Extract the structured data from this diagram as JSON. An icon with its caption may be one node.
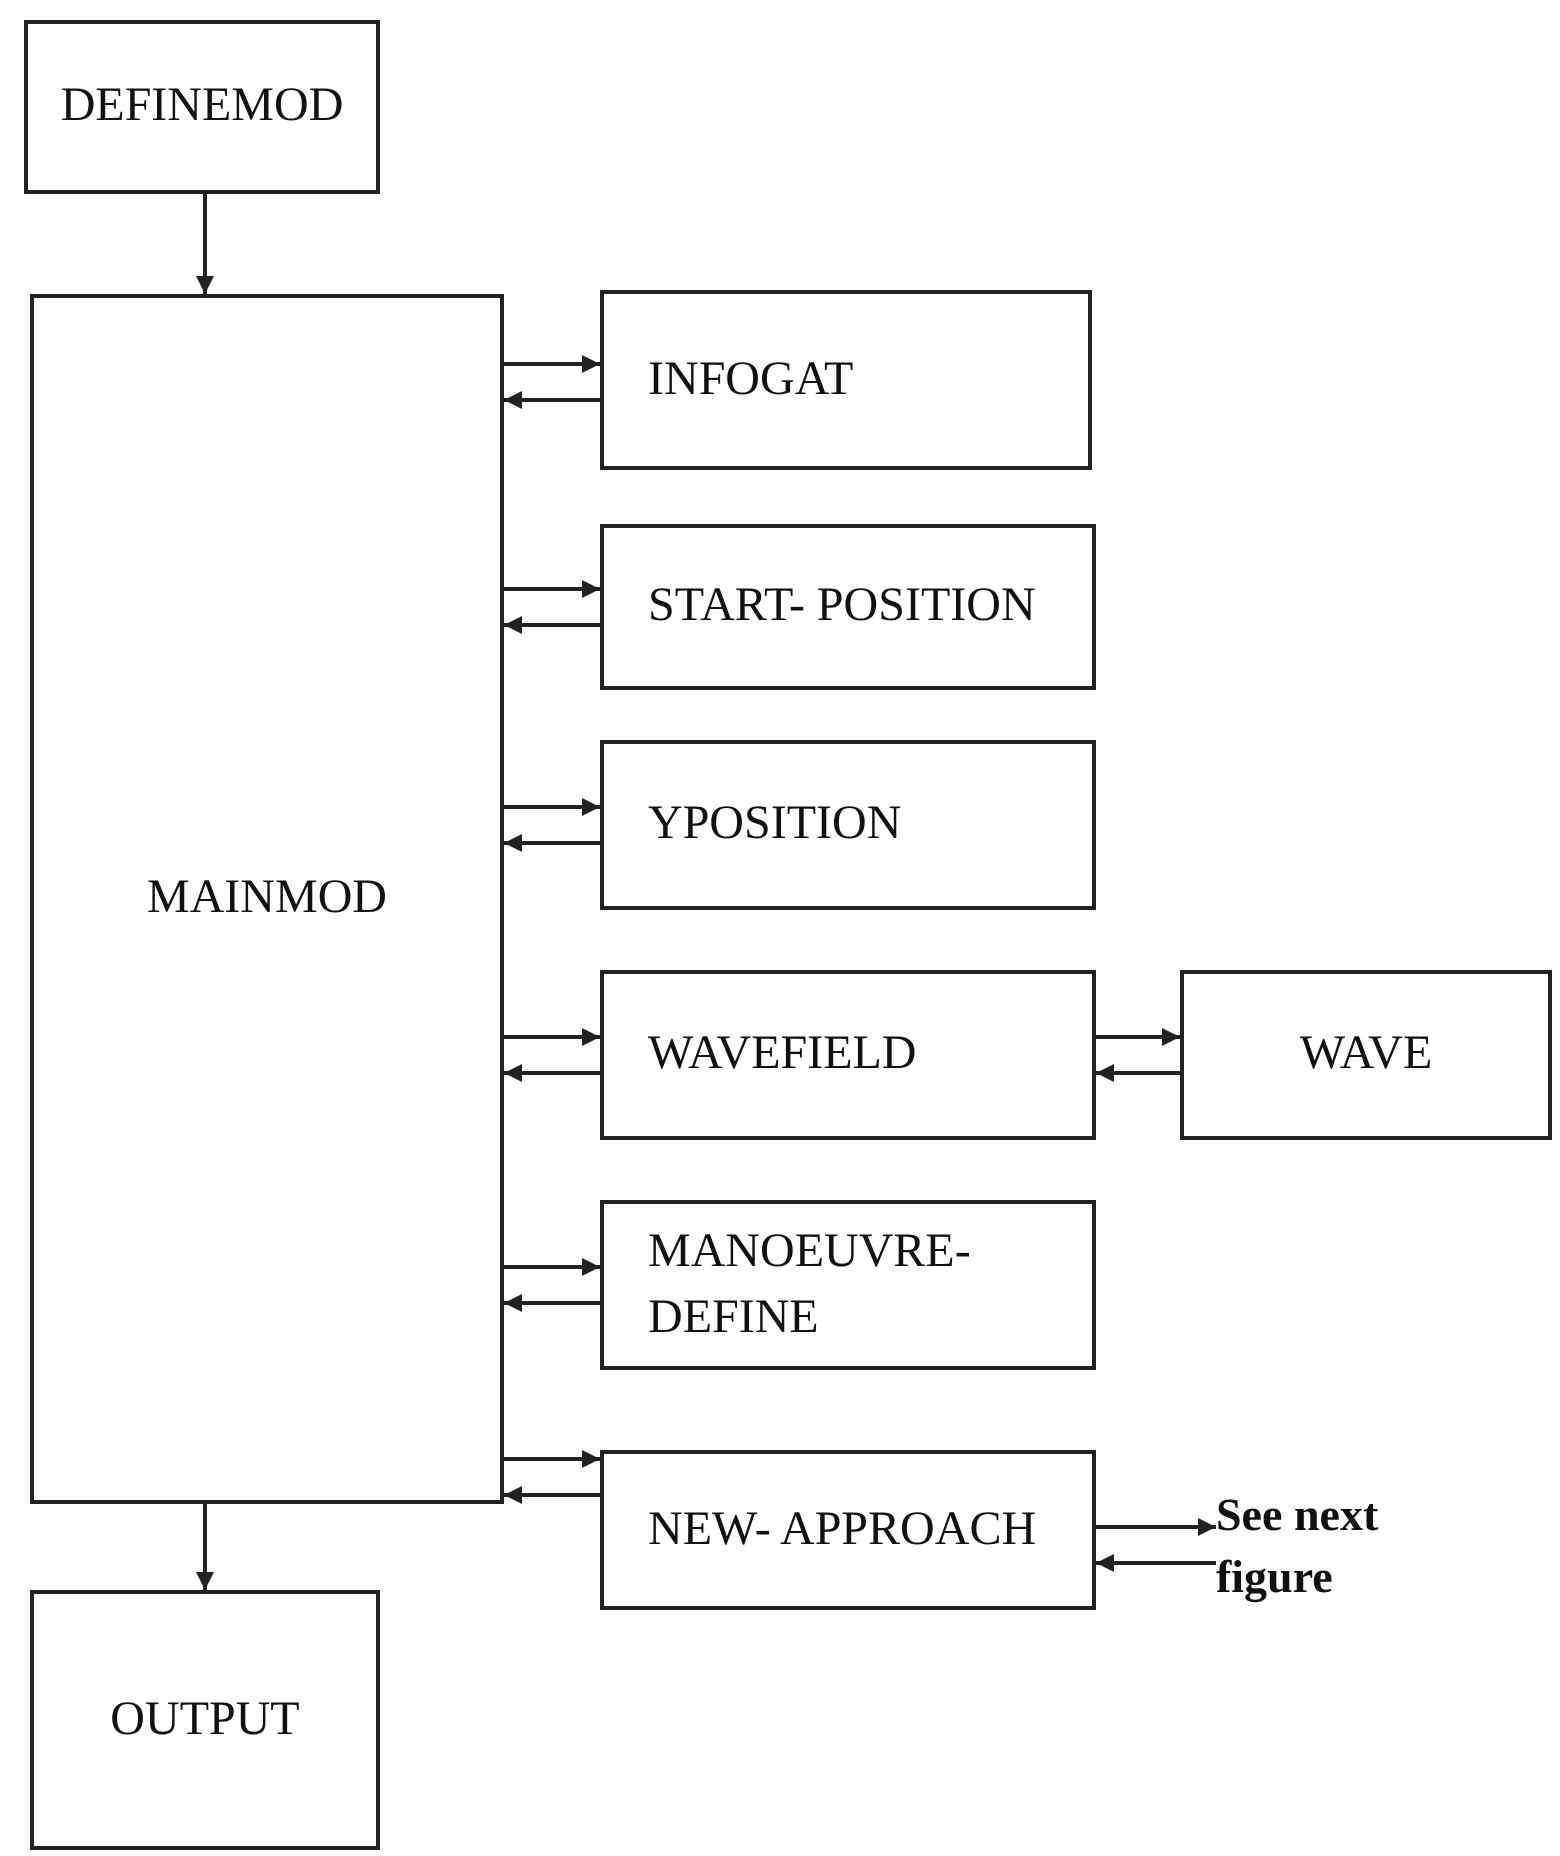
{
  "diagram": {
    "nodes": [
      {
        "text": [
          "DEFINEMOD"
        ]
      },
      {
        "text": [
          "MAINMOD"
        ]
      },
      {
        "text": [
          "INFOGAT"
        ]
      },
      {
        "text": [
          "START- POSITION"
        ]
      },
      {
        "text": [
          "YPOSITION"
        ]
      },
      {
        "text": [
          "WAVEFIELD"
        ]
      },
      {
        "text": [
          "WAVE"
        ]
      },
      {
        "text": [
          "MANOEUVRE- DEFINE"
        ]
      },
      {
        "text": [
          "NEW- APPROACH"
        ]
      },
      {
        "text": [
          "See next figure"
        ]
      },
      {
        "text": [
          "OUTPUT"
        ]
      }
    ],
    "edges": [
      {
        "from": 0,
        "to": 1,
        "arrow": "to"
      },
      {
        "from": 1,
        "to": 2,
        "arrow": "to"
      },
      {
        "from": 2,
        "to": 1,
        "arrow": "to"
      },
      {
        "from": 1,
        "to": 3,
        "arrow": "to"
      },
      {
        "from": 3,
        "to": 1,
        "arrow": "to"
      },
      {
        "from": 1,
        "to": 4,
        "arrow": "to"
      },
      {
        "from": 4,
        "to": 1,
        "arrow": "to"
      },
      {
        "from": 1,
        "to": 5,
        "arrow": "to"
      },
      {
        "from": 5,
        "to": 1,
        "arrow": "to"
      },
      {
        "from": 5,
        "to": 6,
        "arrow": "to"
      },
      {
        "from": 6,
        "to": 5,
        "arrow": "to"
      },
      {
        "from": 1,
        "to": 7,
        "arrow": "to"
      },
      {
        "from": 7,
        "to": 1,
        "arrow": "to"
      },
      {
        "from": 1,
        "to": 8,
        "arrow": "to"
      },
      {
        "from": 8,
        "to": 1,
        "arrow": "to"
      },
      {
        "from": 8,
        "to": 9,
        "arrow": "to"
      },
      {
        "from": 9,
        "to": 8,
        "arrow": "to"
      },
      {
        "from": 1,
        "to": 10,
        "arrow": "to"
      }
    ]
  }
}
